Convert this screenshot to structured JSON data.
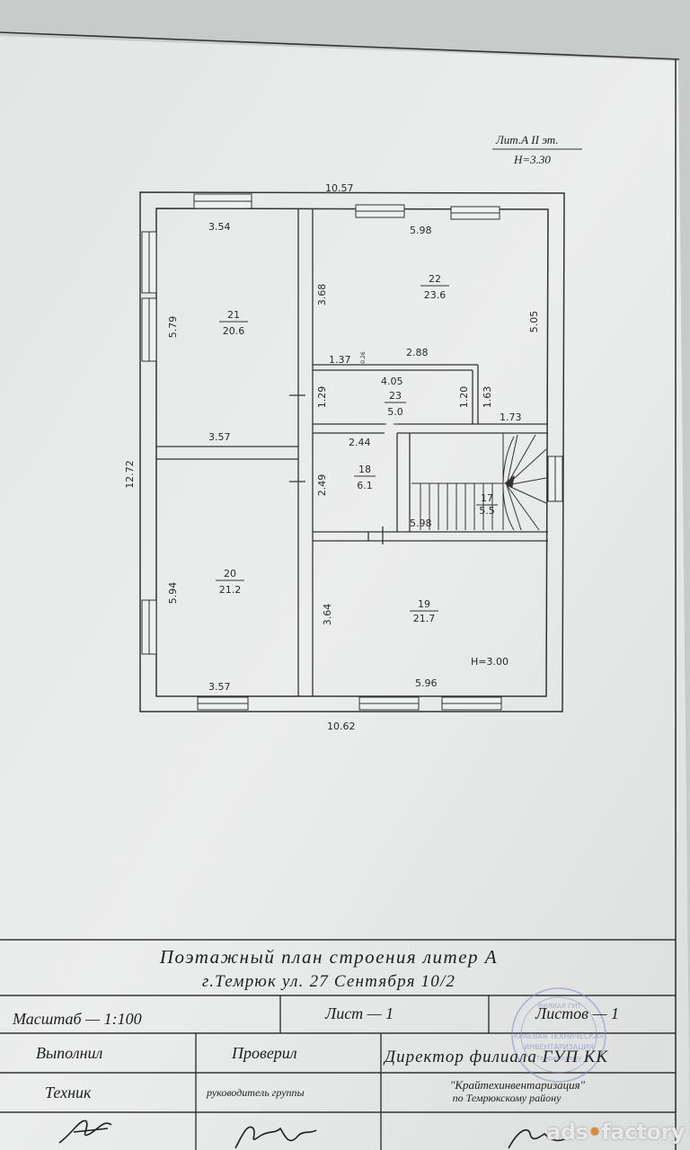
{
  "header": {
    "lit": "Лит.А II эт.",
    "height": "H=3.30"
  },
  "dims": {
    "top_total": "10.57",
    "bottom_total": "10.62",
    "left_total": "12.72",
    "d_354": "3.54",
    "d_598_top": "5.98",
    "d_579": "5.79",
    "d_368": "3.68",
    "d_505": "5.05",
    "d_137": "1.37",
    "d_026": "0.26",
    "d_288": "2.88",
    "d_405": "4.05",
    "d_129": "1.29",
    "d_120": "1.20",
    "d_163": "1.63",
    "d_173": "1.73",
    "d_357_mid": "3.57",
    "d_244": "2.44",
    "d_249": "2.49",
    "d_598_stair": "5.98",
    "d_594": "5.94",
    "d_364": "3.64",
    "d_357_bot": "3.57",
    "d_596": "5.96",
    "h_300": "H=3.00"
  },
  "rooms": [
    {
      "num": "21",
      "area": "20.6"
    },
    {
      "num": "22",
      "area": "23.6"
    },
    {
      "num": "23",
      "area": "5.0"
    },
    {
      "num": "18",
      "area": "6.1"
    },
    {
      "num": "17",
      "area": "5.5"
    },
    {
      "num": "20",
      "area": "21.2"
    },
    {
      "num": "19",
      "area": "21.7"
    }
  ],
  "title_block": {
    "title": "Поэтажный план строения литер А",
    "address": "г.Темрюк ул. 27 Сентября 10/2",
    "scale": "Масштаб — 1:100",
    "sheet": "Лист — 1",
    "sheets": "Листов — 1",
    "performed": "Выполнил",
    "checked": "Проверил",
    "director": "Директор филиала ГУП КК",
    "technician": "Техник",
    "group_head": "руководитель группы",
    "org_line1": "\"Крайтехинвентаризация\"",
    "org_line2": "по Темрюкскому району"
  },
  "stamp": {
    "line1": "ФИЛИАЛ ГУП",
    "line2": "КРАЕВАЯ ТЕХНИЧЕСКАЯ",
    "line3": "ИНВЕНТАРИЗАЦИЯ",
    "line4": "Темрюкскому"
  },
  "watermark": {
    "left": "ads",
    "right": "factory"
  },
  "colors": {
    "paper": "#e9eaea",
    "ink": "#2a2a2a",
    "stamp": "#7b8cc4"
  }
}
